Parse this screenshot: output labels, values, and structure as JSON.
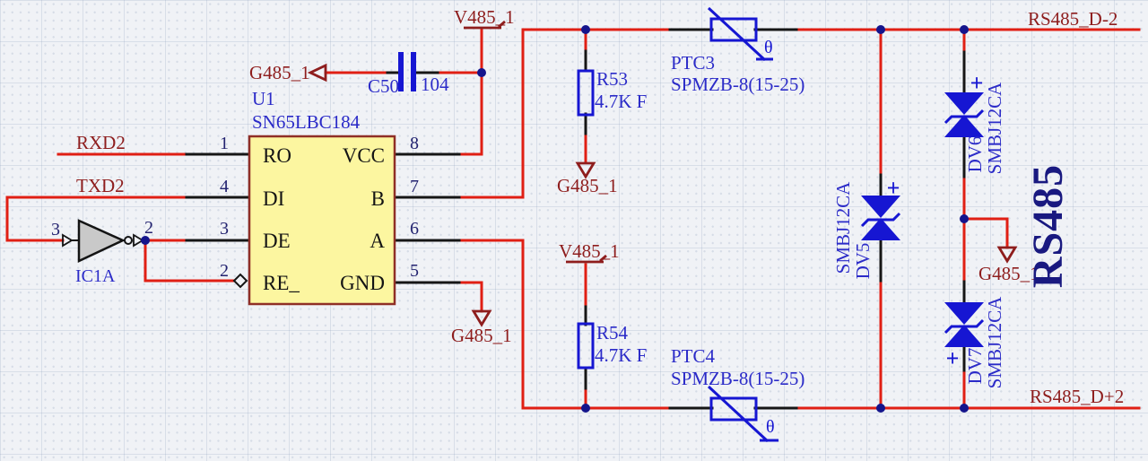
{
  "schematic": {
    "ic": {
      "designator": "U1",
      "part": "SN65LBC184",
      "left_pins": [
        {
          "num": "1",
          "name": "RO"
        },
        {
          "num": "4",
          "name": "DI"
        },
        {
          "num": "3",
          "name": "DE"
        },
        {
          "num": "2",
          "name": "RE_"
        }
      ],
      "right_pins": [
        {
          "num": "8",
          "name": "VCC"
        },
        {
          "num": "7",
          "name": "B"
        },
        {
          "num": "6",
          "name": "A"
        },
        {
          "num": "5",
          "name": "GND"
        }
      ]
    },
    "inverter": {
      "designator": "IC1A",
      "in_pin": "3",
      "out_pin": "2"
    },
    "capacitor": {
      "designator": "C50",
      "value": "104"
    },
    "resistors": [
      {
        "designator": "R53",
        "value": "4.7K F"
      },
      {
        "designator": "R54",
        "value": "4.7K F"
      }
    ],
    "ptcs": [
      {
        "designator": "PTC3",
        "part": "SPMZB-8(15-25)",
        "theta": "θ"
      },
      {
        "designator": "PTC4",
        "part": "SPMZB-8(15-25)",
        "theta": "θ"
      }
    ],
    "tvs": [
      {
        "designator": "DV5",
        "part": "SMBJ12CA",
        "polarity": "+"
      },
      {
        "designator": "DV6",
        "part": "SMBJ12CA",
        "polarity": "+"
      },
      {
        "designator": "DV7",
        "part": "SMBJ12CA",
        "polarity": "+"
      }
    ],
    "nets": {
      "rxd2": "RXD2",
      "txd2": "TXD2",
      "v485": "V485_1",
      "g485": "G485_1",
      "d_minus": "RS485_D-2",
      "d_plus": "RS485_D+2"
    },
    "bus_label": "RS485",
    "colors": {
      "wire": "#e01f14",
      "component": "#1616d2",
      "net_label": "#8e1d1d",
      "designator": "#2b2bc8",
      "ic_fill": "#fcf6a0",
      "ic_border": "#8f2f26"
    }
  }
}
